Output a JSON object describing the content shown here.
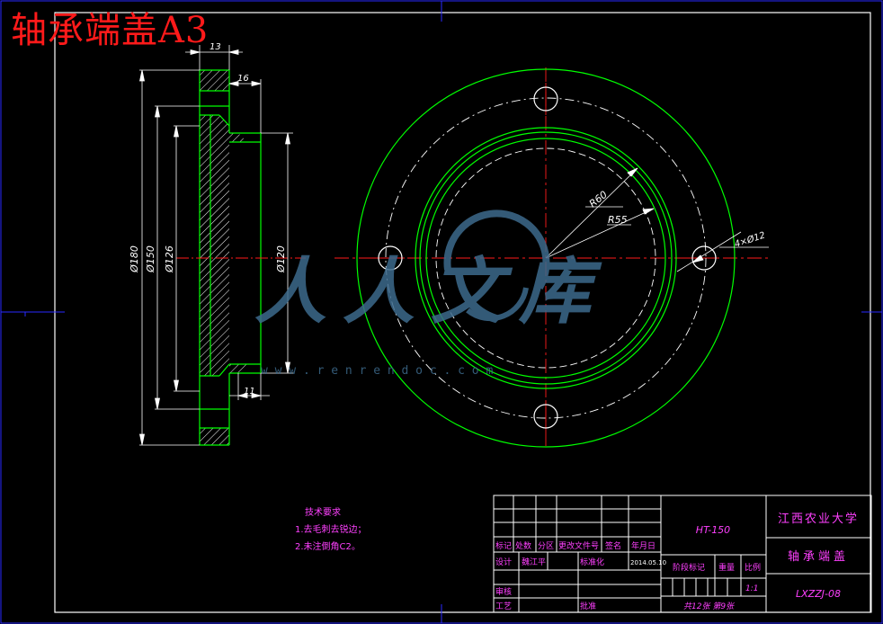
{
  "title_text": "轴承端盖A3",
  "dimensions": {
    "d180": "Ø180",
    "d150": "Ø150",
    "d126": "Ø126",
    "d120": "Ø120",
    "w13": "13",
    "w16": "16",
    "w11": "11",
    "r60": "R60",
    "r55": "R55",
    "holes": "4×Ø12"
  },
  "tech_requirements": {
    "heading": "技术要求",
    "items": [
      "1.去毛刺去锐边；",
      "2.未注倒角C2。"
    ]
  },
  "title_block": {
    "material": "HT-150",
    "school": "江西农业大学",
    "part_name": "轴承端盖",
    "drawing_no": "LXZZJ-08",
    "header_row": [
      "标记",
      "处数",
      "分区",
      "更改文件号",
      "签名",
      "年月日"
    ],
    "designer_label": "设计",
    "designer_name": "魏江平",
    "standardize_label": "标准化",
    "date": "2014.05.10",
    "stage_label": "阶段标记",
    "weight_label": "重量",
    "scale_label": "比例",
    "scale": "1:1",
    "review_label": "审核",
    "process_label": "工艺",
    "approve_label": "批准",
    "sheets": "共12张 第9张"
  },
  "watermark": {
    "text": "人人文库",
    "url": "w w w . r e n r e n d o c . c o m"
  },
  "colors": {
    "green": "#00ff00",
    "magenta": "#ff40ff",
    "red": "#ff1a1a",
    "blue": "#2a2aff",
    "white": "#ffffff",
    "watermark": "#3d6a8c"
  }
}
